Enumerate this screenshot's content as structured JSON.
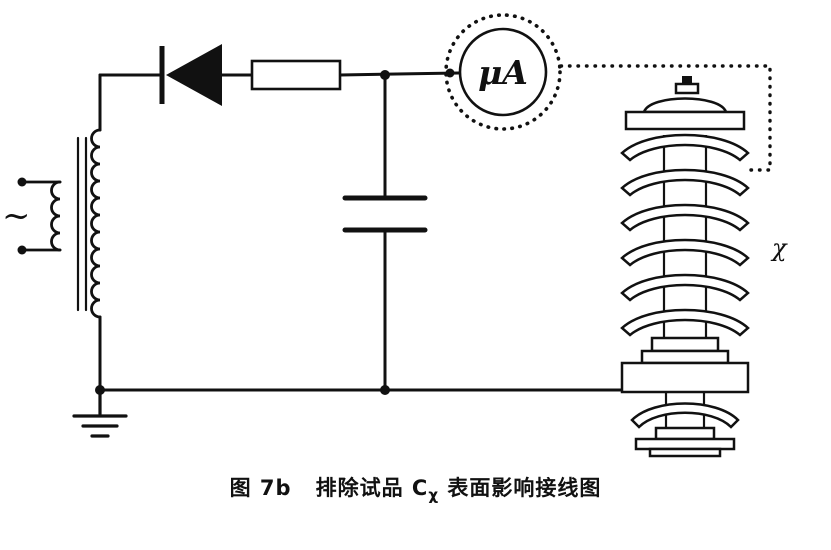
{
  "diagram": {
    "ac_symbol": "~",
    "meter_label": "μA",
    "specimen_label": "χ",
    "caption": {
      "figure_number": "图 7b",
      "text_before_sub": "排除试品 C",
      "subscript": "χ",
      "text_after_sub": " 表面影响接线图"
    },
    "colors": {
      "ink": "#111111",
      "background": "#ffffff"
    }
  }
}
